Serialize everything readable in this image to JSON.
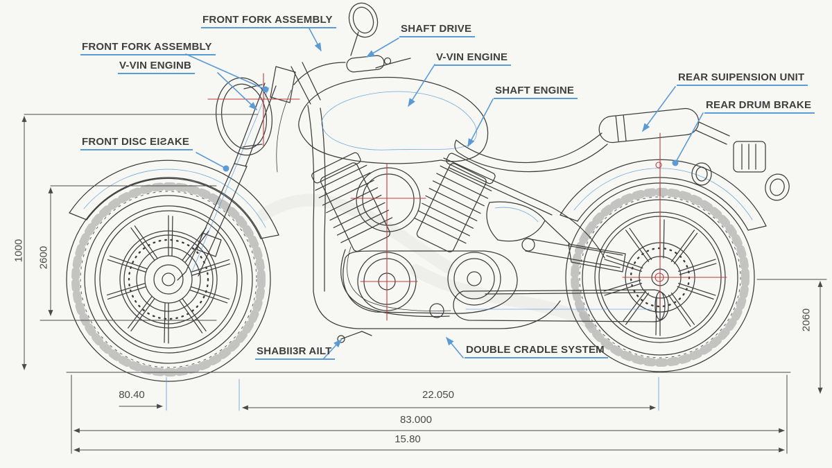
{
  "colors": {
    "background": "#f7f7f4",
    "line": "#3c3c3c",
    "leader": "#5b9bd5",
    "centerline": "#c23b3b",
    "dimension": "#4a4a4a",
    "text": "#3f3f3f"
  },
  "labels": {
    "front_fork_assembly_top": "FRONT FORK ASSEMBLY",
    "front_fork_assembly_left": "FRONT FORK ASSEMBLY",
    "v_vin_engine_left": "V-VIN ENGINB",
    "shaft_drive": "SHAFT DRIVE",
    "v_vin_engine_right": "V-VIN ENGINE",
    "shaft_engine": "SHAFT ENGINE",
    "rear_suspension_unit": "REAR SUIPENSION UNIT",
    "rear_drum_brake": "REAR DRUM BRAKE",
    "front_disc_brake": "FRONT DISC EIƧAKE",
    "shadier_ailt": "SHABII3R AILT",
    "double_cradle_system": "DOUBLE CRADLE SYSTEM"
  },
  "dimensions": {
    "left_outer_height": "1000",
    "left_inner_height": "2600",
    "right_height": "2060",
    "front_segment": "80.40",
    "axle_span": "22.050",
    "overall_length_a": "83.000",
    "overall_length_b": "15.80"
  }
}
